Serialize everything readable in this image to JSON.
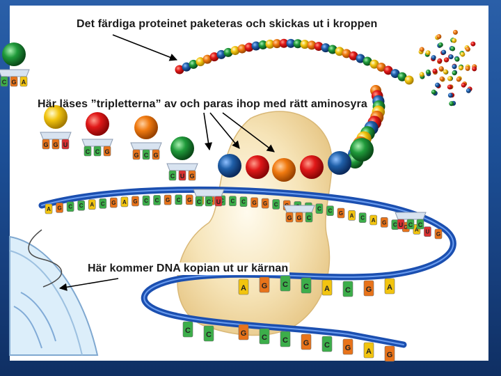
{
  "annotations": {
    "protein_label": "Det färdiga proteinet paketeras och skickas ut i kroppen",
    "triplet_label": "Här läses ”tripletterna” av och paras ihop med rätt aminosyra",
    "dna_label": "Här kommer DNA kopian ut ur kärnan"
  },
  "mrna": {
    "bases": [
      "A",
      "G",
      "C",
      "C",
      "A",
      "C",
      "G",
      "A",
      "G",
      "C",
      "C",
      "G",
      "C",
      "G",
      "A",
      "G",
      "C",
      "C",
      "C",
      "G",
      "G",
      "C",
      "G",
      "C",
      "C",
      "C",
      "C",
      "G",
      "A",
      "C",
      "A",
      "G",
      "C",
      "G",
      "A",
      "U",
      "G"
    ]
  },
  "trna_anticodons": [
    [
      "G",
      "G",
      "U"
    ],
    [
      "C",
      "C",
      "G"
    ],
    [
      "G",
      "C",
      "G"
    ],
    [
      "C",
      "U",
      "G"
    ],
    [
      "C",
      "C",
      "U"
    ],
    [
      "G",
      "G",
      "C"
    ],
    [
      "U",
      "C",
      "C"
    ],
    [
      "C",
      "G",
      "A"
    ]
  ],
  "colors": {
    "amino_red": "#e01818",
    "amino_blue": "#1f5fa8",
    "amino_green": "#1f9a3a",
    "amino_yellow": "#f2c40f",
    "amino_orange": "#f07a10",
    "ribosome": "#f6e4b8",
    "mrna_blue": "#1b4fb0",
    "arrow": "#000000"
  }
}
